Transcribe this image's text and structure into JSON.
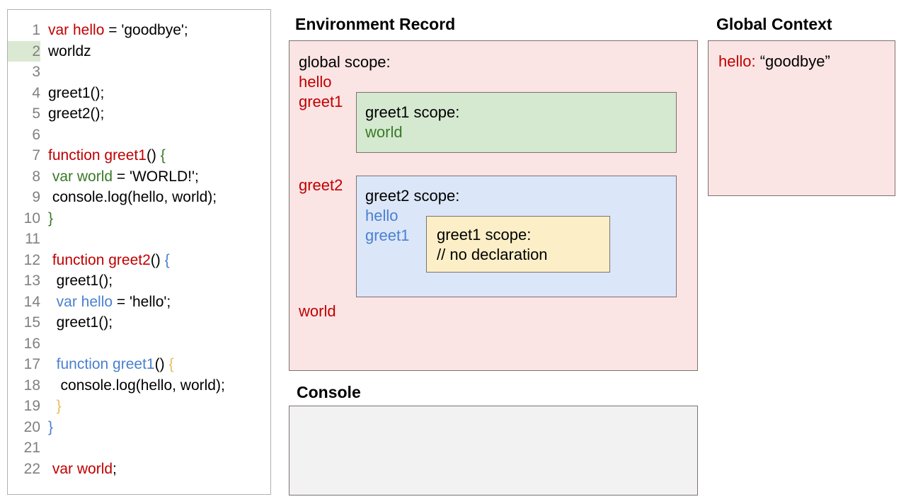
{
  "editor": {
    "lines": [
      {
        "num": "1",
        "highlight": false,
        "indent": "",
        "tokens": [
          {
            "t": "var hello",
            "c": "red"
          },
          {
            "t": " = 'goodbye';",
            "c": "black"
          }
        ]
      },
      {
        "num": "2",
        "highlight": true,
        "indent": "",
        "tokens": [
          {
            "t": "worldz",
            "c": "black"
          }
        ]
      },
      {
        "num": "3",
        "highlight": false,
        "indent": "",
        "tokens": [
          {
            "t": "",
            "c": "black"
          }
        ]
      },
      {
        "num": "4",
        "highlight": false,
        "indent": "",
        "tokens": [
          {
            "t": "greet1();",
            "c": "black"
          }
        ]
      },
      {
        "num": "5",
        "highlight": false,
        "indent": "",
        "tokens": [
          {
            "t": "greet2();",
            "c": "black"
          }
        ]
      },
      {
        "num": "6",
        "highlight": false,
        "indent": "",
        "tokens": [
          {
            "t": "",
            "c": "black"
          }
        ]
      },
      {
        "num": "7",
        "highlight": false,
        "indent": "",
        "tokens": [
          {
            "t": "function greet1",
            "c": "red"
          },
          {
            "t": "() ",
            "c": "black"
          },
          {
            "t": "{",
            "c": "green"
          }
        ]
      },
      {
        "num": "8",
        "highlight": false,
        "indent": " ",
        "tokens": [
          {
            "t": "var world",
            "c": "green"
          },
          {
            "t": " = 'WORLD!';",
            "c": "black"
          }
        ]
      },
      {
        "num": "9",
        "highlight": false,
        "indent": " ",
        "tokens": [
          {
            "t": "console.log(hello, world);",
            "c": "black"
          }
        ]
      },
      {
        "num": "10",
        "highlight": false,
        "indent": "",
        "tokens": [
          {
            "t": "}",
            "c": "green"
          }
        ]
      },
      {
        "num": "11",
        "highlight": false,
        "indent": "",
        "tokens": [
          {
            "t": "",
            "c": "black"
          }
        ]
      },
      {
        "num": "12",
        "highlight": false,
        "indent": " ",
        "tokens": [
          {
            "t": "function greet2",
            "c": "red"
          },
          {
            "t": "() ",
            "c": "black"
          },
          {
            "t": "{",
            "c": "blue"
          }
        ]
      },
      {
        "num": "13",
        "highlight": false,
        "indent": "  ",
        "tokens": [
          {
            "t": "greet1();",
            "c": "black"
          }
        ]
      },
      {
        "num": "14",
        "highlight": false,
        "indent": "  ",
        "tokens": [
          {
            "t": "var hello",
            "c": "blue"
          },
          {
            "t": " = 'hello';",
            "c": "black"
          }
        ]
      },
      {
        "num": "15",
        "highlight": false,
        "indent": "  ",
        "tokens": [
          {
            "t": "greet1();",
            "c": "black"
          }
        ]
      },
      {
        "num": "16",
        "highlight": false,
        "indent": "",
        "tokens": [
          {
            "t": "",
            "c": "black"
          }
        ]
      },
      {
        "num": "17",
        "highlight": false,
        "indent": "  ",
        "tokens": [
          {
            "t": "function greet1",
            "c": "blue"
          },
          {
            "t": "() ",
            "c": "black"
          },
          {
            "t": "{",
            "c": "yellow"
          }
        ]
      },
      {
        "num": "18",
        "highlight": false,
        "indent": "   ",
        "tokens": [
          {
            "t": "console.log(hello, world);",
            "c": "black"
          }
        ]
      },
      {
        "num": "19",
        "highlight": false,
        "indent": "  ",
        "tokens": [
          {
            "t": "}",
            "c": "yellow"
          }
        ]
      },
      {
        "num": "20",
        "highlight": false,
        "indent": "",
        "tokens": [
          {
            "t": "}",
            "c": "blue"
          }
        ]
      },
      {
        "num": "21",
        "highlight": false,
        "indent": "",
        "tokens": [
          {
            "t": "",
            "c": "black"
          }
        ]
      },
      {
        "num": "22",
        "highlight": false,
        "indent": " ",
        "tokens": [
          {
            "t": "var world",
            "c": "red"
          },
          {
            "t": ";",
            "c": "black"
          }
        ]
      }
    ]
  },
  "environment_record": {
    "title": "Environment Record",
    "global_scope_heading": "global scope:",
    "global_vars": {
      "hello": "hello",
      "greet1": "greet1",
      "greet2": "greet2",
      "world": "world"
    },
    "greet1_scope": {
      "heading": "greet1 scope:",
      "vars": {
        "world": "world"
      }
    },
    "greet2_scope": {
      "heading": "greet2 scope:",
      "vars": {
        "hello": "hello",
        "greet1": "greet1"
      },
      "greet1_inner_scope": {
        "heading": "greet1 scope:",
        "note": "// no declaration"
      }
    }
  },
  "global_context": {
    "title": "Global Context",
    "entry_key": "hello:",
    "entry_value": "“goodbye”"
  },
  "console": {
    "title": "Console",
    "output": ""
  },
  "colors": {
    "red": "#c00000",
    "green": "#3a7a28",
    "blue": "#4a80d0",
    "yellow": "#e8c05a",
    "pink_box": "#fbe4e4",
    "green_box": "#d5e8d0",
    "blue_box": "#dbe6f8",
    "yellow_box": "#fcefc7",
    "console_box": "#f2f2f2",
    "box_border": "#7d7171",
    "line_highlight": "#dbe9d3"
  }
}
